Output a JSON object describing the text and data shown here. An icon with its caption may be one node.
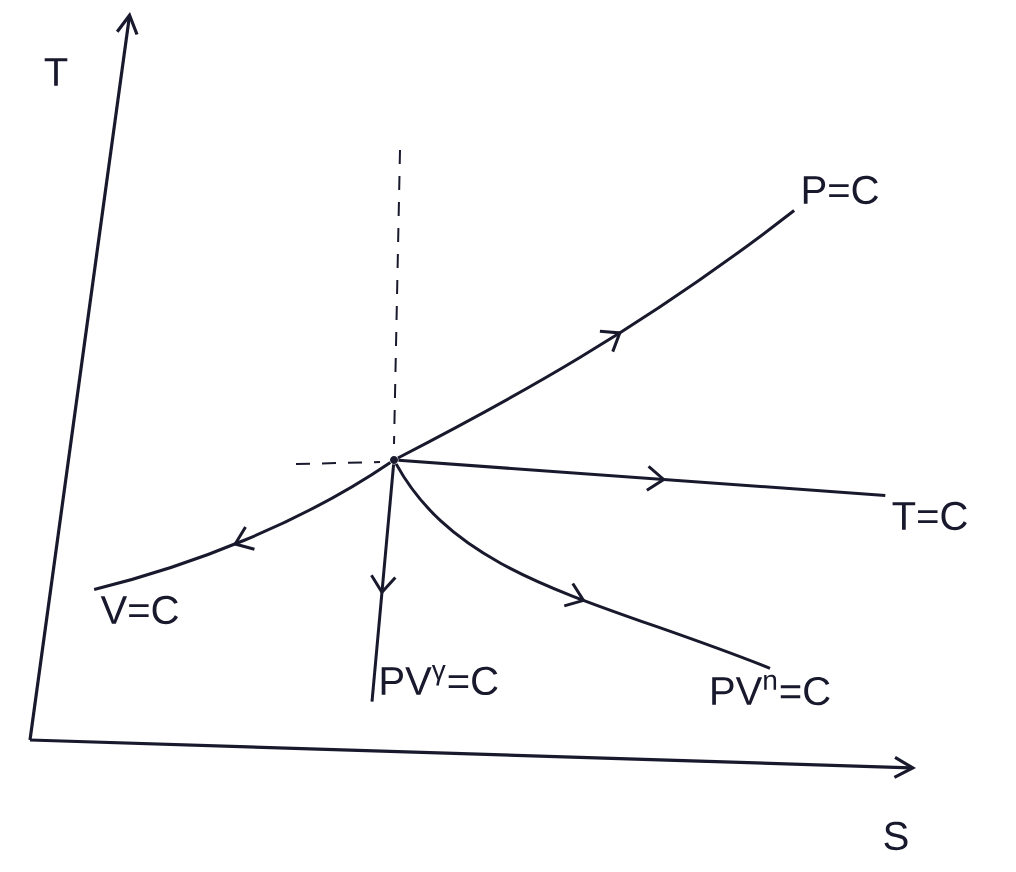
{
  "diagram": {
    "nodes": [
      {
        "text": [],
        "shape": "dot"
      },
      {
        "text": [
          "P=C"
        ]
      },
      {
        "text": [
          "T=C"
        ]
      },
      {
        "text": [
          "V=C"
        ]
      },
      {
        "text": [
          "PV$^{γ}$=C"
        ]
      },
      {
        "text": [
          "PV$^{n}$=C"
        ]
      }
    ],
    "edges": [
      {
        "from": 0,
        "to": 1,
        "arrow": "to"
      },
      {
        "from": 0,
        "to": 2,
        "arrow": "to"
      },
      {
        "from": 0,
        "to": 3,
        "arrow": "to"
      },
      {
        "from": 0,
        "to": 4,
        "arrow": "to"
      },
      {
        "from": 0,
        "to": 5,
        "arrow": "to"
      }
    ],
    "labels": [
      "T",
      "S"
    ]
  }
}
